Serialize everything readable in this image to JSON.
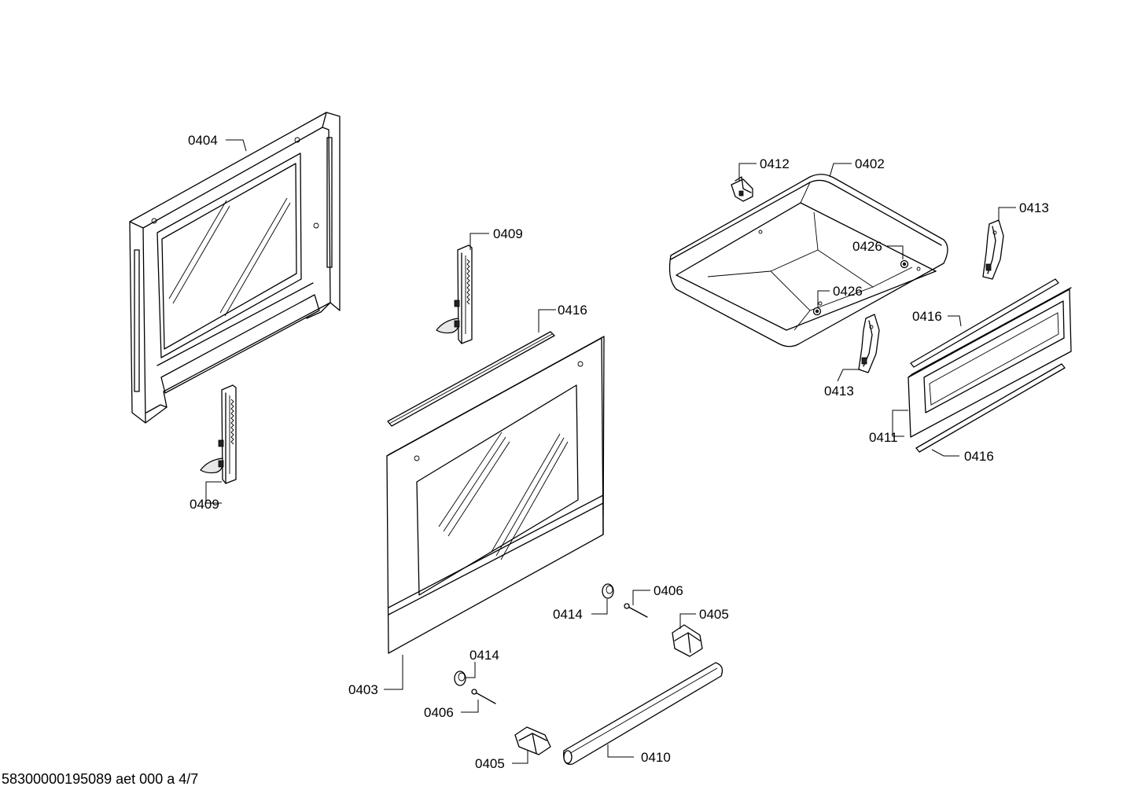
{
  "labels": {
    "l0404": "0404",
    "l0409_top": "0409",
    "l0409_bot": "0409",
    "l0416_mid": "0416",
    "l0412": "0412",
    "l0402": "0402",
    "l0413_top": "0413",
    "l0426_a": "0426",
    "l0426_b": "0426",
    "l0416_right": "0416",
    "l0413_bot": "0413",
    "l0411": "0411",
    "l0416_low": "0416",
    "l0406_a": "0406",
    "l0414_a": "0414",
    "l0405_a": "0405",
    "l0414_b": "0414",
    "l0403": "0403",
    "l0406_b": "0406",
    "l0405_b": "0405",
    "l0410": "0410"
  },
  "footer": "58300000195089 aet 000 a 4/7"
}
